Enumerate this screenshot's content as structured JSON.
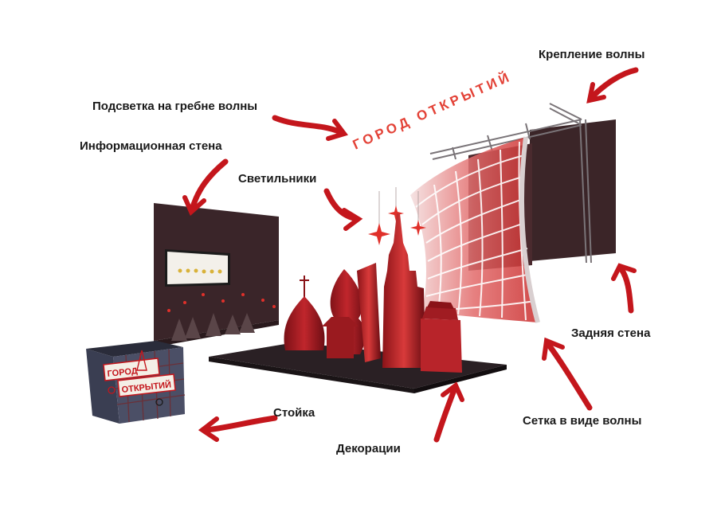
{
  "labels": {
    "wave_mount": "Крепление волны",
    "wave_crest_light": "Подсветка на гребне волны",
    "info_wall": "Информационная стена",
    "lamps": "Светильники",
    "back_wall": "Задняя стена",
    "stand": "Стойка",
    "wave_grid": "Сетка в виде волны",
    "decorations": "Декорации"
  },
  "crest_sign": "ГОРОД ОТКРЫТИЙ",
  "stand_sign": {
    "line1": "ГОРОД",
    "line2": "ОТКРЫТИЙ"
  },
  "colors": {
    "arrow": "#c4161c",
    "accent": "#e0302a",
    "dark_wall": "#3b2528",
    "floor": "#2a2024",
    "decor_red": "#b8242a"
  }
}
